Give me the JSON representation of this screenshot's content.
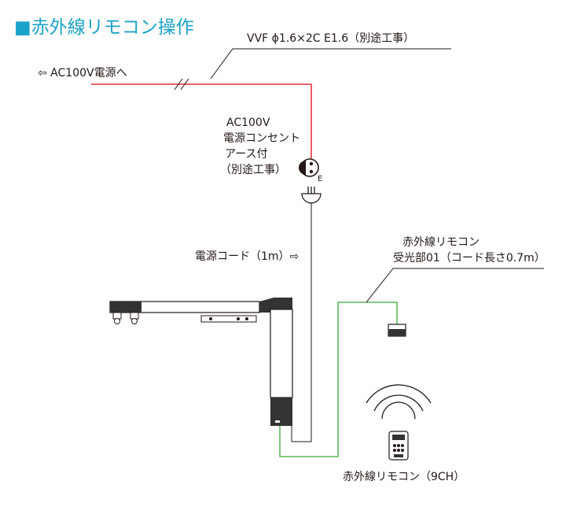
{
  "title": "■赤外線リモコン操作",
  "labels": {
    "vvf_cable": "VVF ϕ1.6×2C E1.6（別途工事）",
    "ac_power_to": "⇦ AC100V電源へ",
    "outlet_line1": "AC100V",
    "outlet_line2": "電源コンセント",
    "outlet_line3": "アース付",
    "outlet_line4": "（別途工事）",
    "earth_mark": "E",
    "power_cord": "電源コード（1m）⇨",
    "receiver_line1": "赤外線リモコン",
    "receiver_line2": "受光部01（コード長さ0.7m）",
    "remote": "赤外線リモコン（9CH）"
  },
  "colors": {
    "title": "#1aa3c9",
    "power_line": "#e60012",
    "green_line": "#3aaa35",
    "outline": "#231815",
    "motor": "#333333"
  },
  "icons": [
    "electrical-outlet-icon",
    "power-plug-icon",
    "wireless-signal-icon",
    "remote-control-icon"
  ]
}
